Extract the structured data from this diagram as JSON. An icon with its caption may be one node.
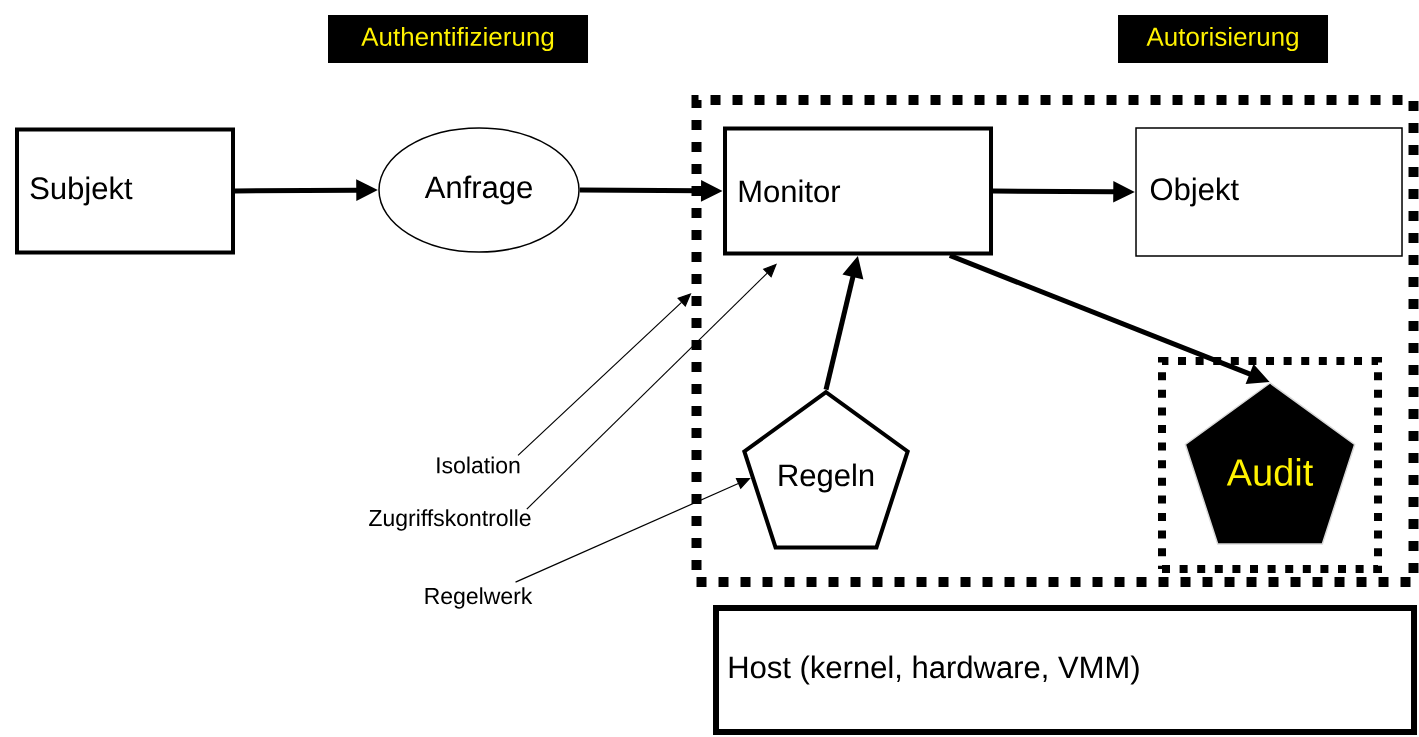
{
  "diagram": {
    "nodes": [
      {
        "text": [
          "Authentifizierung"
        ]
      },
      {
        "text": [
          "Autorisierung"
        ]
      },
      {
        "text": [
          "Subjekt"
        ]
      },
      {
        "text": [
          "Anfrage"
        ]
      },
      {
        "text": [],
        "shape": "box"
      },
      {
        "text": [
          "Monitor"
        ],
        "in": 4
      },
      {
        "text": [
          "Objekt"
        ],
        "in": 4
      },
      {
        "text": [
          "Regeln"
        ],
        "in": 4
      },
      {
        "text": [],
        "shape": "box",
        "in": 4
      },
      {
        "text": [
          "Audit"
        ],
        "in": 8
      },
      {
        "text": [
          "Host (kernel, hardware, VMM)"
        ]
      },
      {
        "text": [
          "Isolation"
        ]
      },
      {
        "text": [
          "Zugriffskontrolle"
        ]
      },
      {
        "text": [
          "Regelwerk"
        ]
      }
    ],
    "edges": [
      {
        "from": 2,
        "to": 3,
        "arrow": "to"
      },
      {
        "from": 3,
        "to": 5,
        "arrow": "to"
      },
      {
        "from": 5,
        "to": 6,
        "arrow": "to"
      },
      {
        "from": 7,
        "to": 5,
        "arrow": "to"
      },
      {
        "from": 5,
        "to": 9,
        "arrow": "to"
      },
      {
        "from": 11,
        "to": 4,
        "arrow": "to"
      },
      {
        "from": 12,
        "to": 5,
        "arrow": "to"
      },
      {
        "from": 13,
        "to": 7,
        "arrow": "to"
      }
    ]
  }
}
